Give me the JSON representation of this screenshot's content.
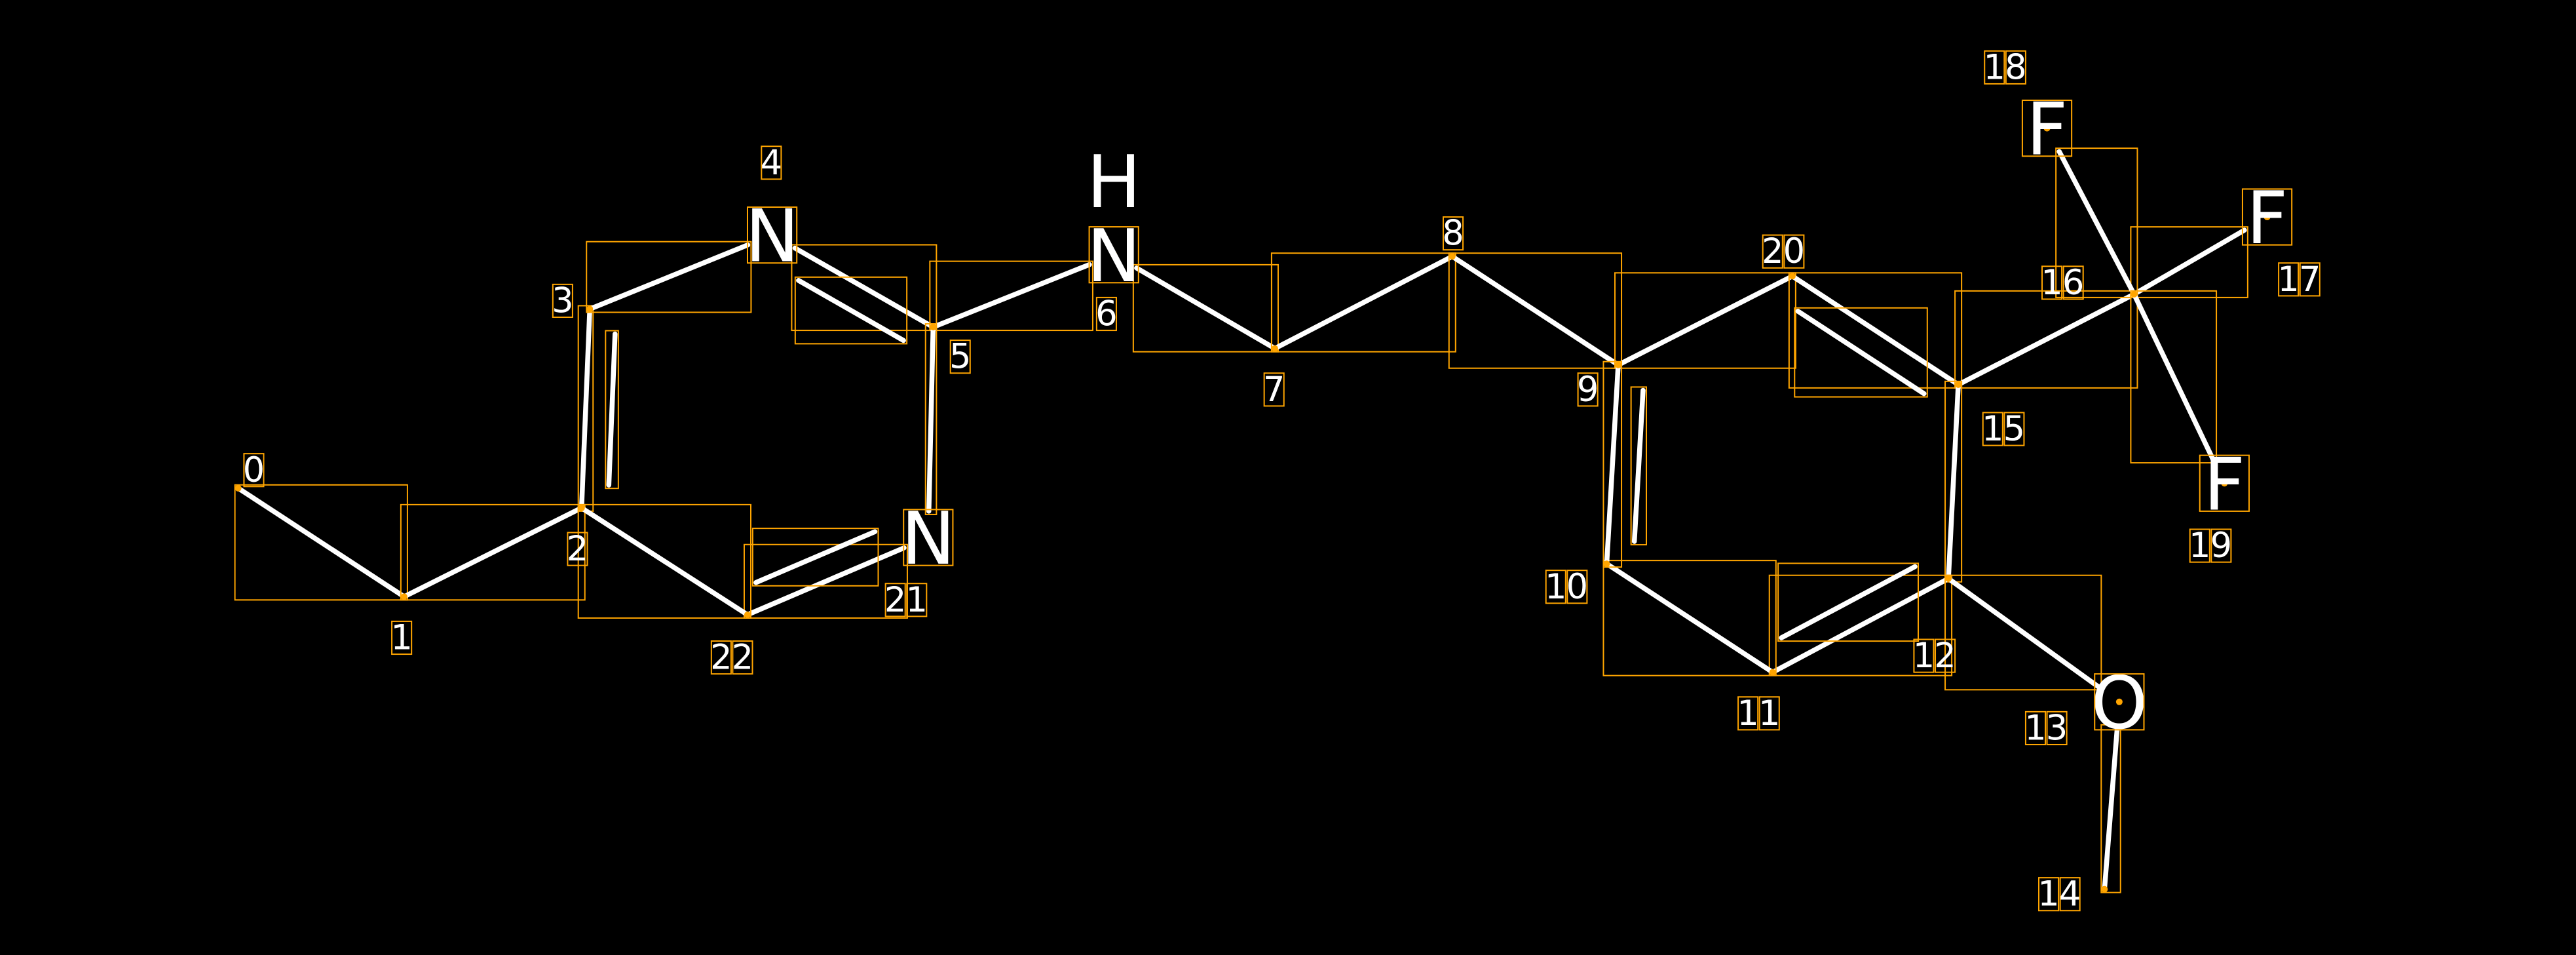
{
  "diagram": {
    "type": "molecule",
    "atoms": [
      {
        "index": "0",
        "element": "C"
      },
      {
        "index": "1",
        "element": "C"
      },
      {
        "index": "2",
        "element": "C"
      },
      {
        "index": "3",
        "element": "C"
      },
      {
        "index": "4",
        "element": "N"
      },
      {
        "index": "5",
        "element": "C"
      },
      {
        "index": "6",
        "element": "N",
        "hydrogen": "H"
      },
      {
        "index": "7",
        "element": "C"
      },
      {
        "index": "8",
        "element": "C"
      },
      {
        "index": "9",
        "element": "C"
      },
      {
        "index": "10",
        "element": "C"
      },
      {
        "index": "11",
        "element": "C"
      },
      {
        "index": "12",
        "element": "C"
      },
      {
        "index": "13",
        "element": "O"
      },
      {
        "index": "14",
        "element": "C"
      },
      {
        "index": "15",
        "element": "C"
      },
      {
        "index": "16",
        "element": "C"
      },
      {
        "index": "17",
        "element": "F"
      },
      {
        "index": "18",
        "element": "F"
      },
      {
        "index": "19",
        "element": "F"
      },
      {
        "index": "20",
        "element": "C"
      },
      {
        "index": "21",
        "element": "N"
      },
      {
        "index": "22",
        "element": "C"
      }
    ],
    "bonds": [
      [
        0,
        1,
        1
      ],
      [
        1,
        2,
        1
      ],
      [
        2,
        3,
        2
      ],
      [
        3,
        4,
        1
      ],
      [
        4,
        5,
        2
      ],
      [
        5,
        6,
        1
      ],
      [
        6,
        7,
        1
      ],
      [
        7,
        8,
        1
      ],
      [
        8,
        9,
        1
      ],
      [
        9,
        20,
        1
      ],
      [
        20,
        15,
        2
      ],
      [
        15,
        16,
        1
      ],
      [
        16,
        17,
        1
      ],
      [
        16,
        18,
        1
      ],
      [
        16,
        19,
        1
      ],
      [
        15,
        12,
        1
      ],
      [
        12,
        11,
        2
      ],
      [
        11,
        10,
        1
      ],
      [
        10,
        9,
        2
      ],
      [
        12,
        13,
        1
      ],
      [
        13,
        14,
        1
      ],
      [
        5,
        21,
        1
      ],
      [
        21,
        22,
        2
      ],
      [
        22,
        2,
        1
      ]
    ],
    "colors": {
      "background": "#000000",
      "bond": "#ffffff",
      "box": "#ffa500"
    }
  }
}
